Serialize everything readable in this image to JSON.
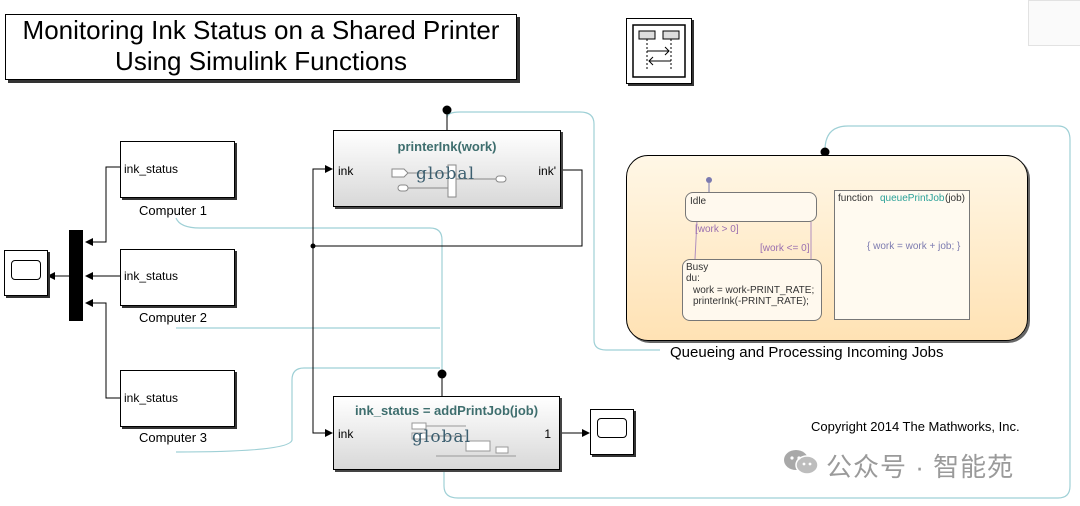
{
  "title": {
    "line1": "Monitoring Ink Status on a Shared Printer",
    "line2": "Using Simulink Functions"
  },
  "computers": [
    {
      "port": "ink_status",
      "name": "Computer 1"
    },
    {
      "port": "ink_status",
      "name": "Computer 2"
    },
    {
      "port": "ink_status",
      "name": "Computer 3"
    }
  ],
  "printer_ink": {
    "title": "printerInk(work)",
    "in_port": "ink",
    "out_port": "ink'",
    "scope": "global"
  },
  "add_print_job": {
    "title": "ink_status = addPrintJob(job)",
    "in_port": "ink",
    "out_port": "1",
    "scope": "global"
  },
  "chart": {
    "caption": "Queueing and Processing Incoming Jobs",
    "idle_state": "Idle",
    "busy_state": {
      "name": "Busy",
      "du": "du:",
      "line1": "work = work-PRINT_RATE;",
      "line2": "printerInk(-PRINT_RATE);"
    },
    "transition_up": "[work > 0]",
    "transition_down": "[work <= 0]",
    "function_keyword": "function",
    "function_name": "queuePrintJob",
    "function_arg": "(job)",
    "function_body": "{ work = work + job; }"
  },
  "copyright": "Copyright 2014 The Mathworks, Inc.",
  "watermark": {
    "brand": "公众号 · 智能苑"
  },
  "colors": {
    "signal_cyan": "#9fd0d6",
    "teal_title": "#3e6e6e",
    "chart_fill": "#ffe2b4",
    "fn_name": "#2aa198"
  }
}
